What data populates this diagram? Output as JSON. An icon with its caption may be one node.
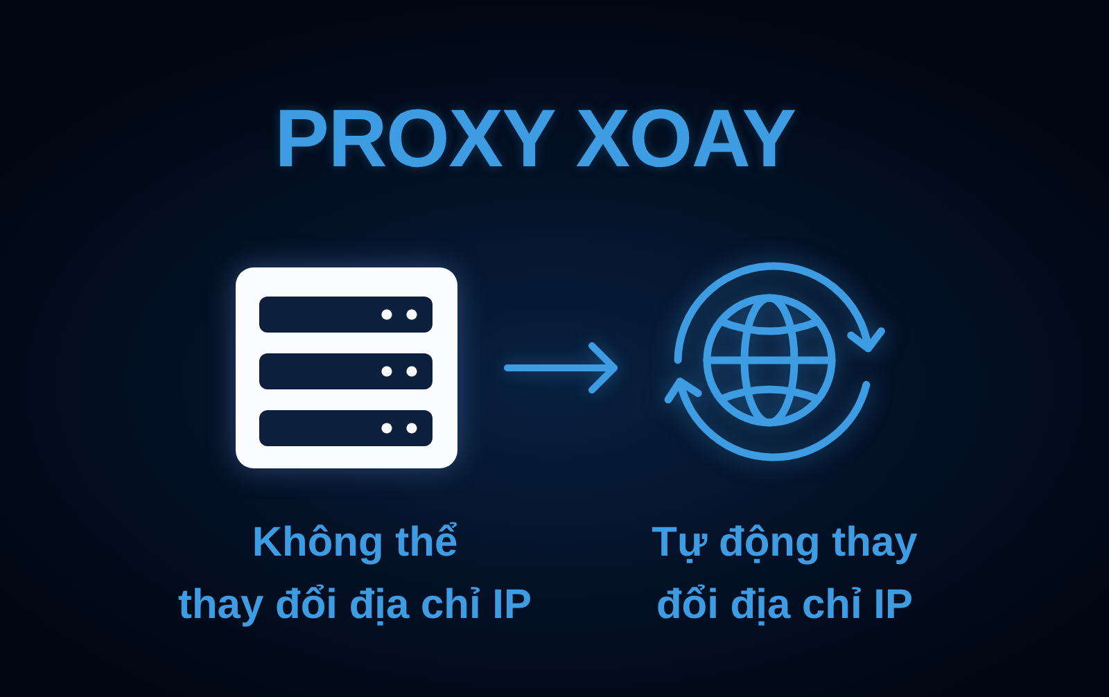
{
  "diagram": {
    "title": "PROXY XOAY",
    "nodes": [
      {
        "text": [],
        "shape": "picture",
        "beside": [
          "Không thể thay đổi địa chỉ IP"
        ]
      },
      {
        "text": [],
        "shape": "picture",
        "beside": [
          "Tự động thay đổi địa chỉ IP"
        ]
      }
    ],
    "edges": [
      {
        "from": 0,
        "to": 1,
        "arrow": "to"
      }
    ]
  }
}
